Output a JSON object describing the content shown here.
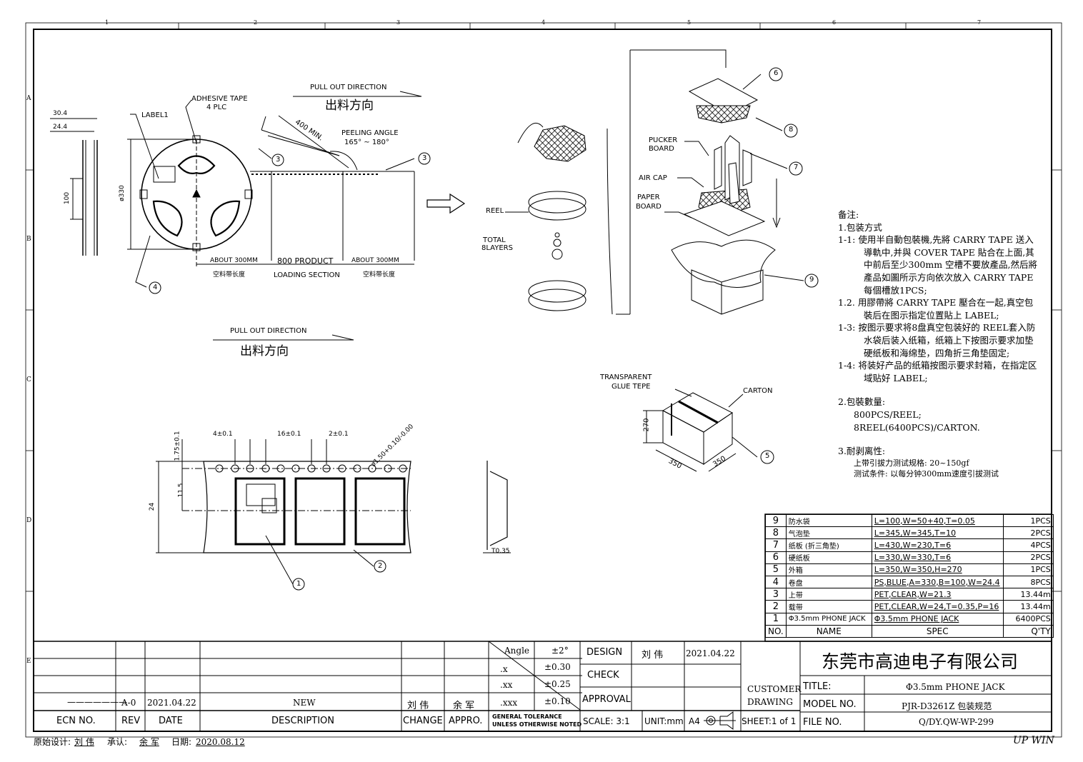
{
  "frame": {
    "col_numbers": [
      "1",
      "2",
      "3",
      "4",
      "5",
      "6",
      "7"
    ],
    "row_letters": [
      "A",
      "B",
      "C",
      "D",
      "E"
    ],
    "corner": "UP WIN"
  },
  "reel_view": {
    "dim_30_4": "30.4",
    "dim_24_4": "24.4",
    "dim_100": "100",
    "dim_330": "ø330",
    "label1": "LABEL1",
    "adhesive_tape": "ADHESIVE TAPE",
    "adhesive_qty": "4 PLC",
    "callout_4": "4"
  },
  "pull_out": {
    "en": "PULL OUT DIRECTION",
    "zh": "出料方向"
  },
  "tape_side": {
    "dim_400": "400 MIN.",
    "peeling_angle": "PEELING ANGLE",
    "peeling_range": "165° ~ 180°",
    "callout_3": "3",
    "sections": [
      {
        "en": "ABOUT 300MM",
        "zh": "空料带长度"
      },
      {
        "en": "800 PRODUCT",
        "zh": "LOADING SECTION"
      },
      {
        "en": "ABOUT 300MM",
        "zh": "空料带长度"
      }
    ]
  },
  "tape_detail": {
    "dim_4": "4±0.1",
    "dim_16": "16±0.1",
    "dim_2": "2±0.1",
    "dim_175": "1.75±0.1",
    "dim_hole": "ø1.50+0.10/-0.00",
    "dim_115": "11.5",
    "dim_24": "24",
    "dim_t": "T0.35",
    "callout_1": "1",
    "callout_2": "2"
  },
  "stack": {
    "reel": "REEL",
    "total": "TOTAL",
    "layers": "8LAYERS",
    "pucker": "PUCKER",
    "board": "BOARD",
    "air_cap": "AIR CAP",
    "paper": "PAPER",
    "paper_board": "BOARD",
    "c6": "6",
    "c7": "7",
    "c8": "8",
    "c9": "9"
  },
  "carton": {
    "transparent": "TRANSPARENT",
    "glue": "GLUE TEPE",
    "carton": "CARTON",
    "h": "270",
    "w1": "350",
    "w2": "350",
    "c5": "5"
  },
  "notes": {
    "title": "备注:",
    "s1": "1.包装方式",
    "n11": "1-1: 使用半自動包裝機,先將 CARRY TAPE 送入導軌中,并與 COVER TAPE 貼合在上面,其中前后至少300mm 空槽不要放產品,然后將產品如圖所示方向依次放入 CARRY TAPE 每個槽放1PCS;",
    "n12": "1.2. 用膠帶將 CARRY TAPE 壓合在一起,真空包裝后在图示指定位置貼上 LABEL;",
    "n13": "1-3: 按图示要求将8盘真空包装好的 REEL套入防水袋后装入纸箱，纸箱上下按图示要求加垫硬纸板和海绵垫，四角折三角垫固定;",
    "n14": "1-4: 将装好产品的纸箱按图示要求封箱，在指定区域贴好 LABEL;",
    "s2": "2.包裝數量:",
    "q1": "800PCS/REEL;",
    "q2": "8REEL(6400PCS)/CARTON.",
    "s3": "3.耐剥离性:",
    "p1": "上带引拔力测试规格: 20~150gf",
    "p2": "测试条件: 以每分钟300mm速度引拔测试"
  },
  "bom": {
    "rows": [
      {
        "no": "9",
        "name": "防水袋",
        "spec": "L=100,W=50+40,T=0.05",
        "qty": "1PCS"
      },
      {
        "no": "8",
        "name": "气泡垫",
        "spec": "L=345,W=345,T=10",
        "qty": "2PCS"
      },
      {
        "no": "7",
        "name": "纸板 (折三角垫)",
        "spec": "L=430,W=230,T=6",
        "qty": "4PCS"
      },
      {
        "no": "6",
        "name": "硬纸板",
        "spec": "L=330,W=330,T=6",
        "qty": "2PCS"
      },
      {
        "no": "5",
        "name": "外箱",
        "spec": "L=350,W=350,H=270",
        "qty": "1PCS"
      },
      {
        "no": "4",
        "name": "卷盘",
        "spec": "PS,BLUE,A=330,B=100,W=24.4",
        "qty": "8PCS"
      },
      {
        "no": "3",
        "name": "上带",
        "spec": "PET,CLEAR,W=21.3",
        "qty": "13.44m"
      },
      {
        "no": "2",
        "name": "载带",
        "spec": "PET,CLEAR,W=24,T=0.35,P=16",
        "qty": "13.44m"
      },
      {
        "no": "1",
        "name": "Φ3.5mm PHONE JACK",
        "spec": "Φ3.5mm PHONE JACK",
        "qty": "6400PCS"
      }
    ],
    "header": {
      "no": "NO.",
      "name": "NAME",
      "spec": "SPEC",
      "qty": "Q'TY"
    }
  },
  "title_block": {
    "angle": "Angle",
    "angle_tol": "±2°",
    "x": ".x",
    "x_tol": "±0.30",
    "xx": ".xx",
    "xx_tol": "±0.25",
    "xxx": ".xxx",
    "xxx_tol": "±0.10",
    "gen1": "GENERAL TOLERANCE",
    "gen2": "UNLESS OTHERWISE NOTED",
    "design": "DESIGN",
    "designer": "刘 伟",
    "design_date": "2021.04.22",
    "check": "CHECK",
    "approval": "APPROVAL",
    "scale": "SCALE: 3:1",
    "unit": "UNIT:mm",
    "paper": "A4",
    "customer": "CUSTOMER",
    "drawing": "DRAWING",
    "sheet": "SHEET:1 of 1",
    "company": "东莞市高迪电子有限公司",
    "title_l": "TITLE:",
    "title_v": "Φ3.5mm PHONE JACK",
    "model_l": "MODEL NO.",
    "model_v": "PJR-D3261Z 包装规范",
    "file_l": "FILE NO.",
    "file_v": "Q/DY.QW-WP-299",
    "rev_row": {
      "ecn": "———————",
      "rev": "A-0",
      "date": "2021.04.22",
      "desc": "NEW",
      "change": "刘 伟",
      "appro": "余 军"
    },
    "hdr": {
      "ecn": "ECN NO.",
      "rev": "REV",
      "date": "DATE",
      "desc": "DESCRIPTION",
      "change": "CHANGE",
      "appro": "APPRO."
    }
  },
  "footer": {
    "design_l": "原始设计:",
    "design_v": "刘 伟",
    "appr_l": "承认:",
    "appr_v": "余 军",
    "date_l": "日期:",
    "date_v": "2020.08.12"
  }
}
